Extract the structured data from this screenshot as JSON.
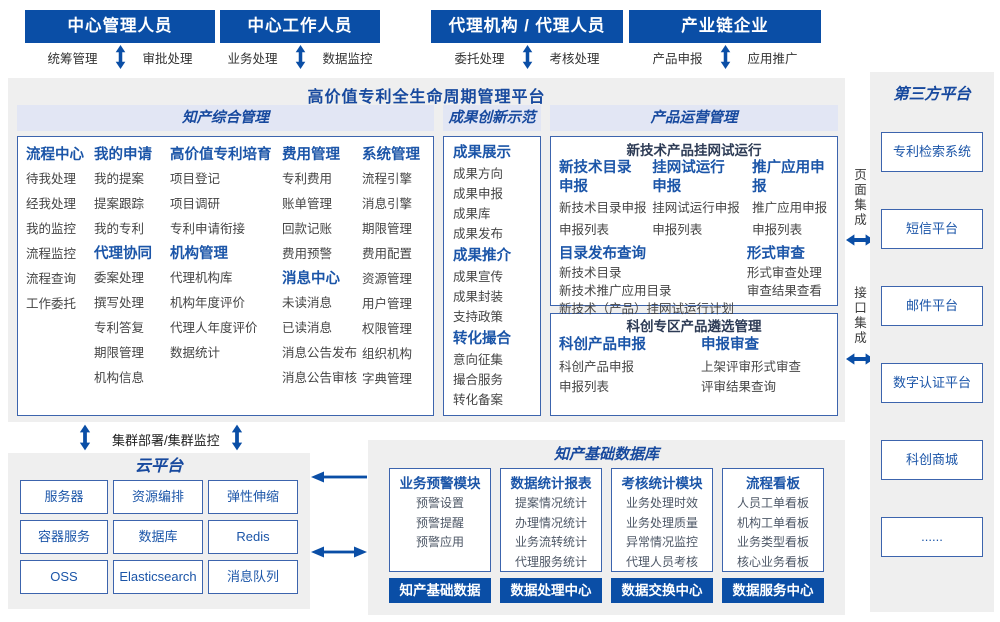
{
  "colors": {
    "accent": "#0a4ea6",
    "zone_bg": "#efefef",
    "panel_bg": "#e2e6f4",
    "box_border": "#3c64ad",
    "title_blue": "#17499e"
  },
  "top_roles": [
    {
      "title": "中心管理人员",
      "left": "统筹管理",
      "right": "审批处理"
    },
    {
      "title": "中心工作人员",
      "left": "业务处理",
      "right": "数据监控"
    },
    {
      "title": "代理机构 / 代理人员",
      "left": "委托处理",
      "right": "考核处理"
    },
    {
      "title": "产业链企业",
      "left": "产品申报",
      "right": "应用推广"
    }
  ],
  "platform": {
    "title": "高价值专利全生命周期管理平台",
    "ip": {
      "title": "知产综合管理",
      "process": {
        "header": "流程中心",
        "items": [
          "待我处理",
          "经我处理",
          "我的监控",
          "流程监控",
          "流程查询",
          "工作委托"
        ]
      },
      "my_app": {
        "header": "我的申请",
        "items": [
          "我的提案",
          "提案跟踪",
          "我的专利"
        ]
      },
      "agency": {
        "header": "代理协同",
        "items": [
          "委案处理",
          "撰写处理",
          "专利答复",
          "期限管理",
          "机构信息"
        ]
      },
      "cultivation": {
        "header": "高价值专利培育",
        "items": [
          "项目登记",
          "项目调研",
          "专利申请衔接"
        ]
      },
      "org": {
        "header": "机构管理",
        "items": [
          "代理机构库",
          "机构年度评价",
          "代理人年度评价",
          "数据统计"
        ]
      },
      "fee": {
        "header": "费用管理",
        "items": [
          "专利费用",
          "账单管理",
          "回款记账",
          "费用预警"
        ]
      },
      "message": {
        "header": "消息中心",
        "items": [
          "未读消息",
          "已读消息",
          "消息公告发布",
          "消息公告审核"
        ]
      },
      "system": {
        "header": "系统管理",
        "items": [
          "流程引擎",
          "消息引擎",
          "期限管理",
          "费用配置",
          "资源管理",
          "用户管理",
          "权限管理",
          "组织机构",
          "字典管理"
        ]
      }
    },
    "achievement": {
      "title": "成果创新示范",
      "groups": [
        {
          "header": "成果展示",
          "items": [
            "成果方向",
            "成果申报",
            "成果库",
            "成果发布"
          ]
        },
        {
          "header": "成果推介",
          "items": [
            "成果宣传",
            "成果封装",
            "支持政策"
          ]
        },
        {
          "header": "转化撮合",
          "items": [
            "意向征集",
            "撮合服务",
            "转化备案"
          ]
        }
      ]
    },
    "product": {
      "title": "产品运营管理",
      "trial": {
        "title": "新技术产品挂网试运行",
        "g1": {
          "header": "新技术目录\n申报",
          "items": [
            "新技术目录申报",
            "申报列表"
          ]
        },
        "g2": {
          "header": "挂网试运行\n申报",
          "items": [
            "挂网试运行申报",
            "申报列表"
          ]
        },
        "g3": {
          "header": "推广应用申报",
          "items": [
            "推广应用申报",
            "申报列表"
          ]
        },
        "catalog": {
          "header": "目录发布查询",
          "items": [
            "新技术目录",
            "新技术推广应用目录",
            "新技术（产品）挂网试运行计划"
          ]
        },
        "review": {
          "header": "形式审查",
          "items": [
            "形式审查处理",
            "审查结果查看"
          ]
        }
      },
      "select": {
        "title": "科创专区产品遴选管理",
        "apply": {
          "header": "科创产品申报",
          "items": [
            "科创产品申报",
            "申报列表"
          ]
        },
        "audit": {
          "header": "申报审查",
          "items": [
            "上架评审形式审查",
            "评审结果查询"
          ]
        }
      }
    }
  },
  "integration": {
    "page": "页面集成",
    "api": "接口集成"
  },
  "cluster_label": "集群部署/集群监控",
  "cloud": {
    "title": "云平台",
    "items": [
      "服务器",
      "资源编排",
      "弹性伸缩",
      "容器服务",
      "数据库",
      "Redis",
      "OSS",
      "Elasticsearch",
      "消息队列"
    ]
  },
  "database": {
    "title": "知产基础数据库",
    "modules": [
      {
        "header": "业务预警模块",
        "items": [
          "预警设置",
          "预警提醒",
          "预警应用"
        ],
        "footer": "知产基础数据"
      },
      {
        "header": "数据统计报表",
        "items": [
          "提案情况统计",
          "办理情况统计",
          "业务流转统计",
          "代理服务统计"
        ],
        "footer": "数据处理中心"
      },
      {
        "header": "考核统计模块",
        "items": [
          "业务处理时效",
          "业务处理质量",
          "异常情况监控",
          "代理人员考核"
        ],
        "footer": "数据交换中心"
      },
      {
        "header": "流程看板",
        "items": [
          "人员工单看板",
          "机构工单看板",
          "业务类型看板",
          "核心业务看板"
        ],
        "footer": "数据服务中心"
      }
    ]
  },
  "third_party": {
    "title": "第三方平台",
    "items": [
      "专利检索系统",
      "短信平台",
      "邮件平台",
      "数字认证平台",
      "科创商城",
      "......"
    ]
  }
}
